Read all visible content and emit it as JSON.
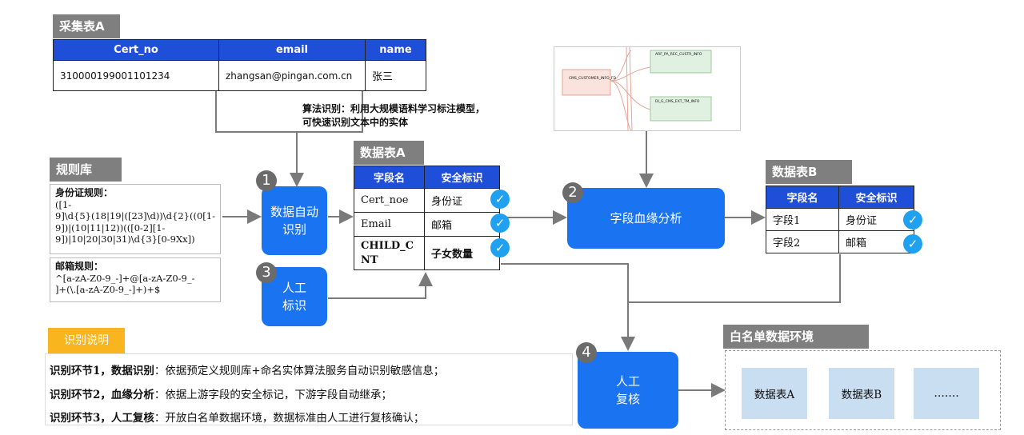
{
  "tables": {
    "collect": {
      "title": "采集表A",
      "headers": [
        "Cert_no",
        "email",
        "name"
      ],
      "row": [
        "310000199001101234",
        "zhangsan@pingan.com.cn",
        "张三"
      ]
    },
    "dataA": {
      "title": "数据表A",
      "headers": [
        "字段名",
        "安全标识"
      ],
      "rows": [
        [
          "Cert_noe",
          "身份证"
        ],
        [
          "Email",
          "邮箱"
        ],
        [
          "CHILD_CNT",
          "子女数量"
        ]
      ]
    },
    "dataB": {
      "title": "数据表B",
      "headers": [
        "字段名",
        "安全标识"
      ],
      "rows": [
        [
          "字段1",
          "身份证"
        ],
        [
          "字段2",
          "邮箱"
        ]
      ]
    }
  },
  "annotation": {
    "line1": "算法识别：利用大规模语料学习标注模型，",
    "line2": "可快速识别文本中的实体"
  },
  "rules": {
    "title": "规则库",
    "id_title": "身份证规则：",
    "id_lines": [
      "([1-",
      "9]\\d{5}(18|19|([23]\\d))\\d{2}((0[1-",
      "9])|(10|11|12))(([0-2][1-",
      "9])|10|20|30|31)\\d{3}[0-9Xx])"
    ],
    "email_title": "邮箱规则：",
    "email_lines": [
      "^[a-zA-Z0-9_-]+@[a-zA-Z0-9_-",
      "]+(\\.[a-zA-Z0-9_-]+)+$"
    ]
  },
  "steps": {
    "s1": {
      "num": "1",
      "line1": "数据自动",
      "line2": "识别"
    },
    "s2": {
      "num": "2",
      "label": "字段血缘分析"
    },
    "s3": {
      "num": "3",
      "line1": "人工",
      "line2": "标识"
    },
    "s4": {
      "num": "4",
      "line1": "人工",
      "line2": "复核"
    }
  },
  "lineage_thumb": {
    "node_left": "CMS_CUSTOMER_INFO_FD",
    "node_top": "ARF_PA_REC_CUSTR_INFO",
    "node_bottom": "DI_G_CMS_EXT_TM_INFO"
  },
  "explain": {
    "title": "识别说明",
    "lines": [
      {
        "bold": "识别环节1，数据识别",
        "text": "：依据预定义规则库+命名实体算法服务自动识别敏感信息；"
      },
      {
        "bold": "识别环节2，血缘分析",
        "text": "：依据上游字段的安全标记，下游字段自动继承；"
      },
      {
        "bold": "识别环节3，人工复核",
        "text": "：开放白名单数据环境，数据标准由人工进行复核确认；"
      }
    ]
  },
  "whitelist": {
    "title": "白名单数据环境",
    "items": [
      "数据表A",
      "数据表B",
      "……."
    ]
  },
  "colors": {
    "accent": "#1a73f0",
    "header": "#1f4ed8",
    "tag": "#7f7f7f",
    "check": "#1fa1ef",
    "explain_tag": "#f9b51e"
  }
}
